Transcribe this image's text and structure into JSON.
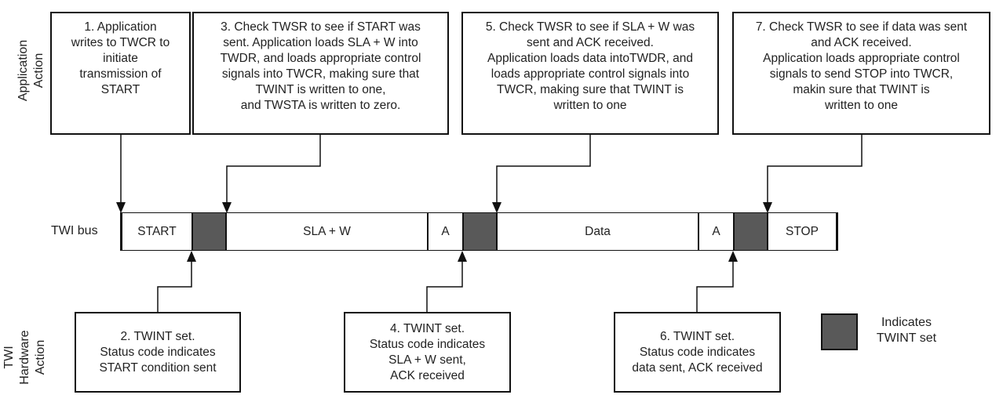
{
  "lanes": {
    "application": "Application\nAction",
    "hardware": "TWI\nHardware\nAction"
  },
  "bus": {
    "label": "TWI bus",
    "segments": [
      {
        "id": "start",
        "text": "START",
        "twint": false
      },
      {
        "id": "twint1",
        "text": "",
        "twint": true
      },
      {
        "id": "sla",
        "text": "SLA + W",
        "twint": false
      },
      {
        "id": "ack1",
        "text": "A",
        "twint": false
      },
      {
        "id": "twint2",
        "text": "",
        "twint": true
      },
      {
        "id": "data",
        "text": "Data",
        "twint": false
      },
      {
        "id": "ack2",
        "text": "A",
        "twint": false
      },
      {
        "id": "twint3",
        "text": "",
        "twint": true
      },
      {
        "id": "stop",
        "text": "STOP",
        "twint": false
      }
    ]
  },
  "steps": {
    "s1": "1. Application\nwrites to TWCR to\ninitiate\ntransmission of\nSTART",
    "s2": "2. TWINT set.\nStatus code indicates\nSTART condition sent",
    "s3": "3. Check TWSR to see if START was\nsent. Application loads SLA + W into\nTWDR, and loads appropriate control\nsignals into TWCR, making sure that\nTWINT is written to one,\nand TWSTA is written to zero.",
    "s4": "4. TWINT set.\nStatus code indicates\nSLA + W sent,\nACK received",
    "s5": "5. Check TWSR to see if SLA + W was\nsent and ACK received.\nApplication loads data intoTWDR, and\nloads appropriate control signals into\nTWCR, making sure that TWINT is\nwritten to one",
    "s6": "6. TWINT set.\nStatus code indicates\ndata sent, ACK received",
    "s7": "7. Check TWSR to see if data was sent\nand ACK received.\nApplication loads appropriate control\nsignals to send STOP into TWCR,\nmakin sure that TWINT is\nwritten to one"
  },
  "legend": {
    "text": "Indicates\nTWINT set"
  },
  "colors": {
    "twint_fill": "#595959",
    "line": "#111111"
  }
}
